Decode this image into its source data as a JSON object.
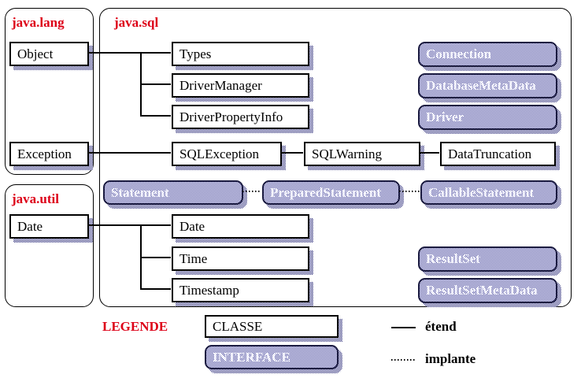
{
  "packages": {
    "lang": "java.lang",
    "sql": "java.sql",
    "util": "java.util"
  },
  "classes": {
    "object": "Object",
    "exception": "Exception",
    "date_util": "Date",
    "types": "Types",
    "driver_manager": "DriverManager",
    "driver_property_info": "DriverPropertyInfo",
    "sql_exception": "SQLException",
    "sql_warning": "SQLWarning",
    "data_truncation": "DataTruncation",
    "date": "Date",
    "time": "Time",
    "timestamp": "Timestamp"
  },
  "interfaces": {
    "connection": "Connection",
    "database_meta_data": "DatabaseMetaData",
    "driver": "Driver",
    "statement": "Statement",
    "prepared_statement": "PreparedStatement",
    "callable_statement": "CallableStatement",
    "result_set": "ResultSet",
    "result_set_meta_data": "ResultSetMetaData"
  },
  "legend": {
    "title": "LEGENDE",
    "class_sample": "CLASSE",
    "interface_sample": "INTERFACE",
    "solid_line_label": "étend",
    "dotted_line_label": "implante"
  },
  "colors": {
    "package_label": "#dd0018",
    "interface_fill_blue": "#5656a6",
    "shadow_blue": "#3d3d85",
    "line": "#000000"
  }
}
